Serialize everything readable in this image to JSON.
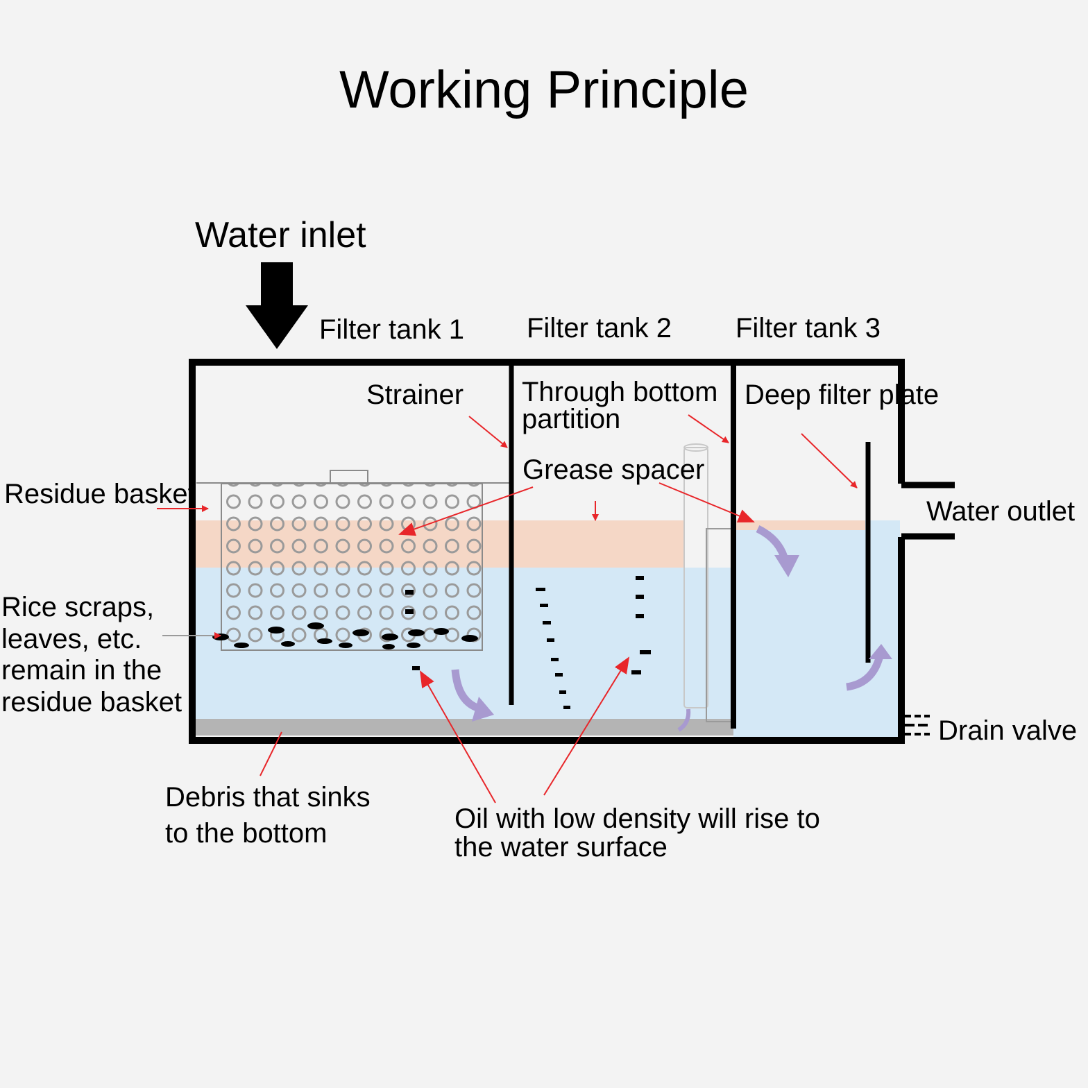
{
  "title": "Working Principle",
  "labels": {
    "water_inlet": "Water inlet",
    "filter_tank_1": "Filter tank 1",
    "filter_tank_2": "Filter tank 2",
    "filter_tank_3": "Filter tank 3",
    "strainer": "Strainer",
    "through_bottom_partition": "Through bottom partition",
    "deep_filter_plate": "Deep filter plate",
    "grease_spacer": "Grease spacer",
    "residue_basket": "Residue basket",
    "water_outlet": "Water outlet",
    "rice_scraps": "Rice scraps, leaves, etc. remain in the residue basket",
    "drain_valve": "Drain valve",
    "debris": "Debris that sinks to the bottom",
    "oil": "Oil with low density will rise to the water surface"
  },
  "colors": {
    "water": "#d4e8f6",
    "oil_layer": "#f5d7c6",
    "sediment": "#b4b4b4",
    "callout_arrow": "#e8262a",
    "flow_arrow": "#a89ad0",
    "outline": "#000000"
  }
}
